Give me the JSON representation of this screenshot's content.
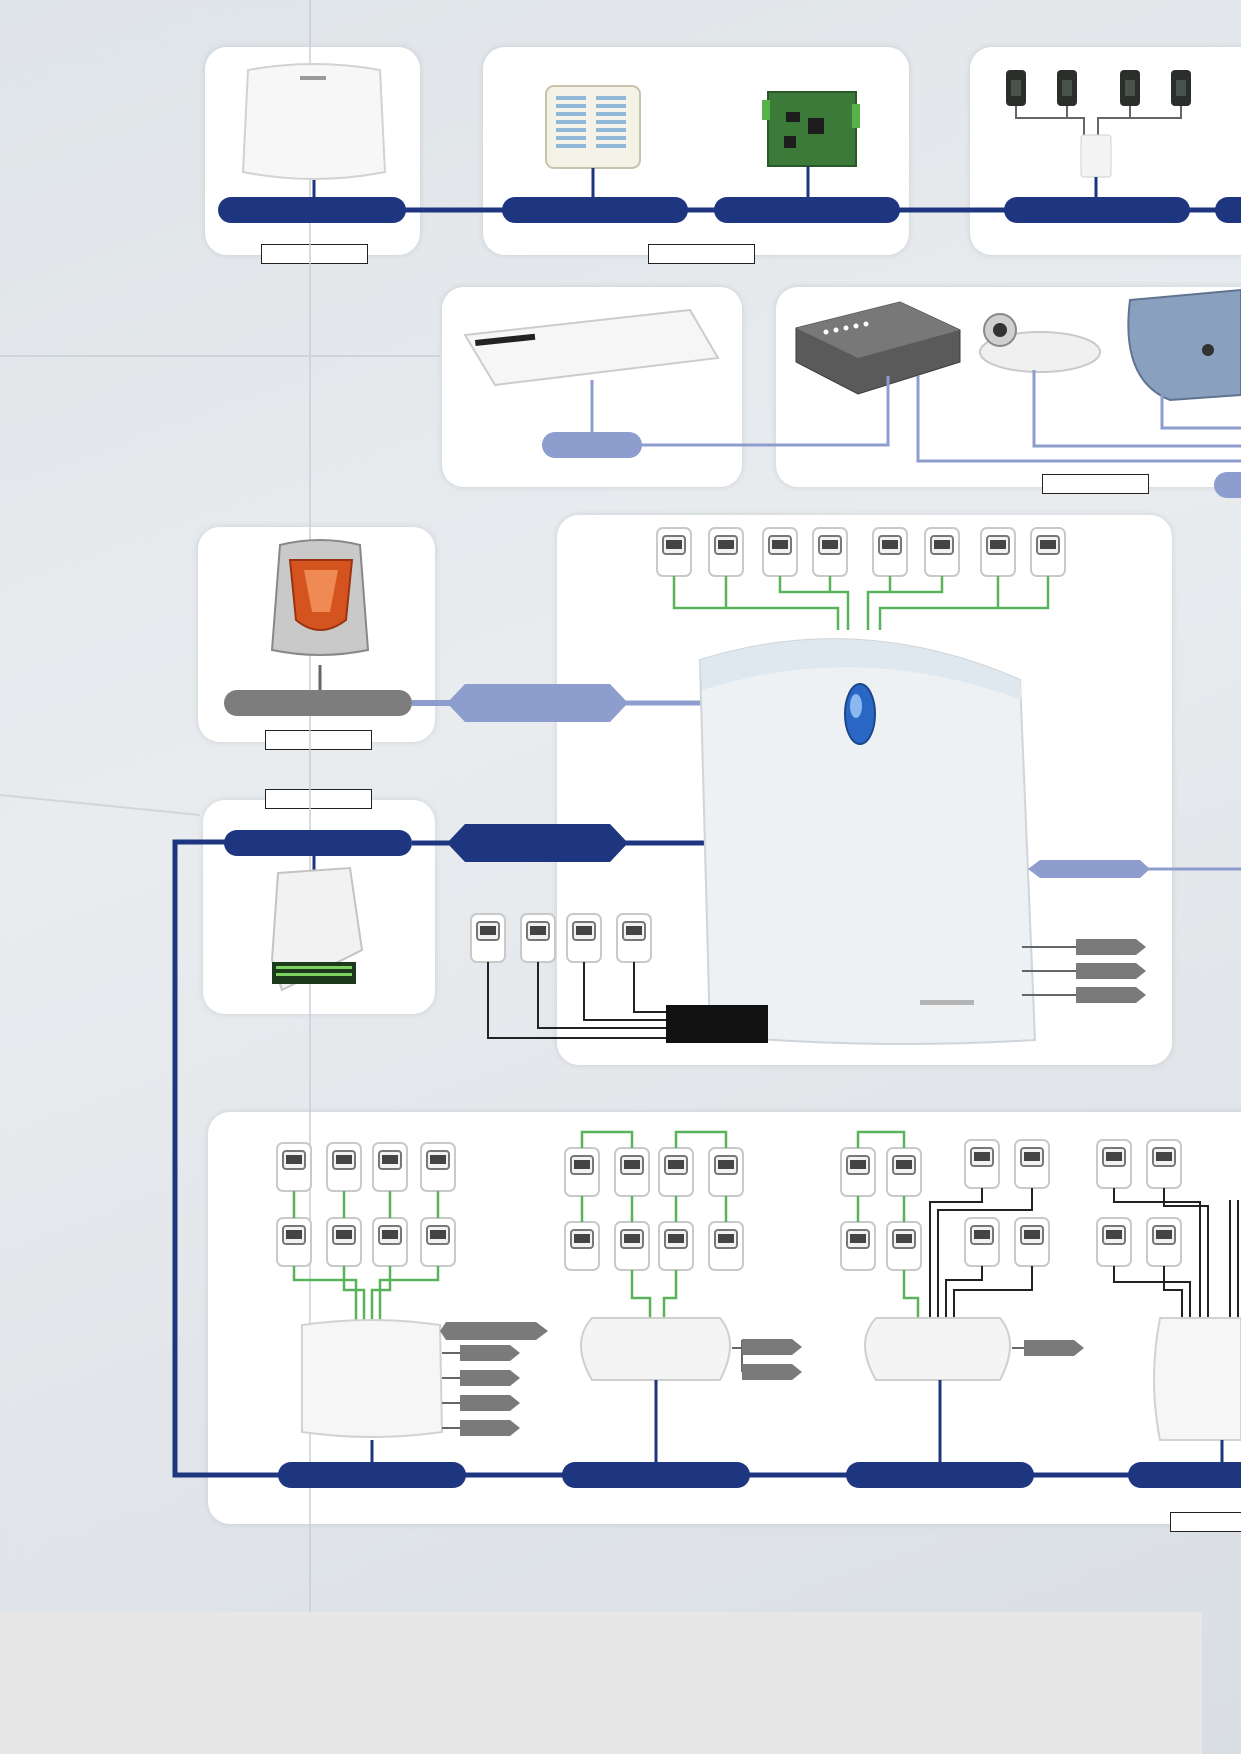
{
  "diagram": {
    "label_boxes": [
      "",
      "",
      "",
      "",
      "",
      "",
      ""
    ],
    "components": [
      {
        "name": "keypad-module"
      },
      {
        "name": "led-display-module"
      },
      {
        "name": "relay-expansion-board"
      },
      {
        "name": "door-contact-hub"
      },
      {
        "name": "network-switch"
      },
      {
        "name": "dvr-box"
      },
      {
        "name": "bullet-camera"
      },
      {
        "name": "dome-camera"
      },
      {
        "name": "outdoor-siren"
      },
      {
        "name": "gsm-communicator"
      },
      {
        "name": "main-control-panel"
      },
      {
        "name": "zone-expander"
      }
    ],
    "colors": {
      "bus": "#1e3580",
      "network": "#8c9dce",
      "siren_bus": "#7d7d7d",
      "zone_wire": "#59b35a",
      "output_arrow": "#7a7a7a"
    }
  }
}
